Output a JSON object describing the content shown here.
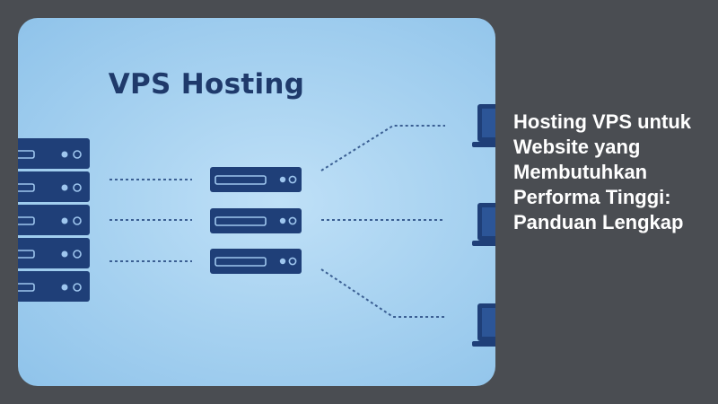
{
  "illustration": {
    "title": "VPS Hosting",
    "icons": [
      "server-rack-icon",
      "vps-server-icon",
      "laptop-icon",
      "connection-line"
    ],
    "colors": {
      "background_light": "#bfe0f7",
      "background_dark": "#8fc3ea",
      "server": "#1f3f78",
      "server_light": "#2c5597",
      "title": "#1f3a6b",
      "page_background": "#4a4d52"
    }
  },
  "article": {
    "headline": "Hosting VPS untuk Website yang Membutuhkan Performa Tinggi: Panduan Lengkap"
  }
}
